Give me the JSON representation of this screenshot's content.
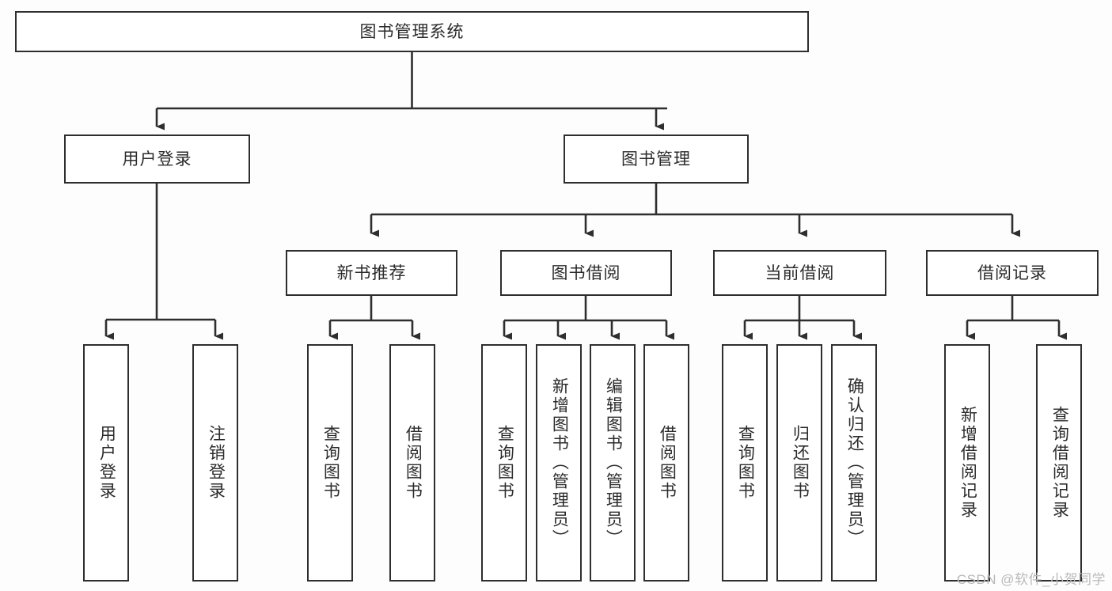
{
  "diagram": {
    "type": "tree-hierarchy",
    "title": "图书管理系统",
    "watermark": "CSDN @软件_小贺同学",
    "colors": {
      "stroke": "#2e2e2e",
      "fill": "#ffffff",
      "text": "#2b2b2b",
      "background": "#fdfdfd",
      "watermark": "#b9b9b9"
    },
    "nodes": {
      "root": "图书管理系统",
      "level2": [
        "用户登录",
        "图书管理"
      ],
      "level3": [
        "新书推荐",
        "图书借阅",
        "当前借阅",
        "借阅记录"
      ],
      "leaves": {
        "user_login": [
          "用户登录",
          "注销登录"
        ],
        "new_book": [
          "查询图书",
          "借阅图书"
        ],
        "book_borrow": [
          "查询图书",
          "新增图书（管理员）",
          "编辑图书（管理员）",
          "借阅图书"
        ],
        "current_borrow": [
          "查询图书",
          "归还图书",
          "确认归还（管理员）"
        ],
        "borrow_record": [
          "新增借阅记录",
          "查询借阅记录"
        ]
      }
    },
    "edges": [
      {
        "from": "图书管理系统",
        "to": "用户登录"
      },
      {
        "from": "图书管理系统",
        "to": "图书管理"
      },
      {
        "from": "用户登录",
        "to": "用户登录"
      },
      {
        "from": "用户登录",
        "to": "注销登录"
      },
      {
        "from": "图书管理",
        "to": "新书推荐"
      },
      {
        "from": "图书管理",
        "to": "图书借阅"
      },
      {
        "from": "图书管理",
        "to": "当前借阅"
      },
      {
        "from": "图书管理",
        "to": "借阅记录"
      },
      {
        "from": "新书推荐",
        "to": "查询图书"
      },
      {
        "from": "新书推荐",
        "to": "借阅图书"
      },
      {
        "from": "图书借阅",
        "to": "查询图书"
      },
      {
        "from": "图书借阅",
        "to": "新增图书（管理员）"
      },
      {
        "from": "图书借阅",
        "to": "编辑图书（管理员）"
      },
      {
        "from": "图书借阅",
        "to": "借阅图书"
      },
      {
        "from": "当前借阅",
        "to": "查询图书"
      },
      {
        "from": "当前借阅",
        "to": "归还图书"
      },
      {
        "from": "当前借阅",
        "to": "确认归还（管理员）"
      },
      {
        "from": "借阅记录",
        "to": "新增借阅记录"
      },
      {
        "from": "借阅记录",
        "to": "查询借阅记录"
      }
    ]
  }
}
